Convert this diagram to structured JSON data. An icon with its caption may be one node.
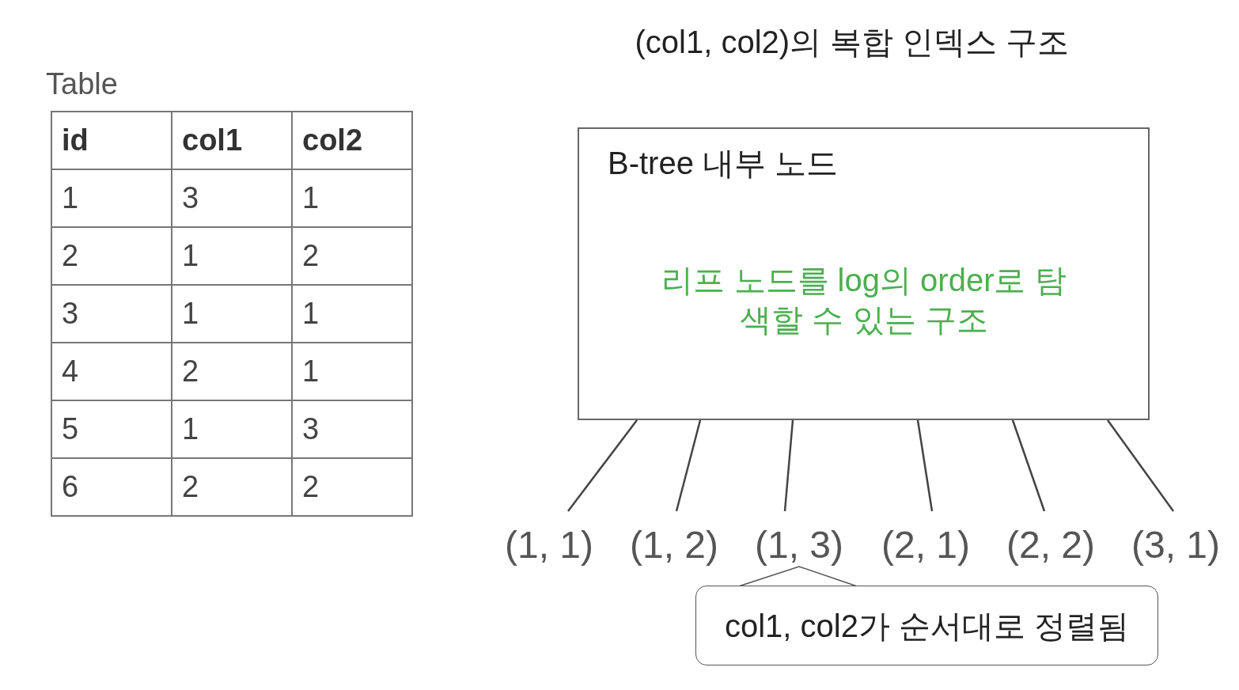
{
  "diagram": {
    "title": "(col1, col2)의 복합 인덱스 구조",
    "nodes": [
      {
        "text": [
          "B-tree 내부 노드",
          "리프 노드를 log의 order로 탐색할 수 있는 구조"
        ]
      },
      {
        "text": [
          "(1, 1)"
        ]
      },
      {
        "text": [
          "(1, 2)"
        ]
      },
      {
        "text": [
          "(1, 3)"
        ]
      },
      {
        "text": [
          "(2, 1)"
        ]
      },
      {
        "text": [
          "(2, 2)"
        ]
      },
      {
        "text": [
          "(3, 1)"
        ]
      },
      {
        "text": [
          "col1, col2가 순서대로 정렬됨"
        ]
      }
    ],
    "edges": [
      {
        "from": 0,
        "to": 1,
        "arrow": "none"
      },
      {
        "from": 0,
        "to": 2,
        "arrow": "none"
      },
      {
        "from": 0,
        "to": 3,
        "arrow": "none"
      },
      {
        "from": 0,
        "to": 4,
        "arrow": "none"
      },
      {
        "from": 0,
        "to": 5,
        "arrow": "none"
      },
      {
        "from": 0,
        "to": 6,
        "arrow": "none"
      },
      {
        "from": 7,
        "to": 3,
        "arrow": "none"
      }
    ],
    "labels": [
      "Table",
      "id",
      "col1",
      "col2",
      "1",
      "3",
      "1",
      "2",
      "1",
      "2",
      "3",
      "1",
      "1",
      "4",
      "2",
      "1",
      "5",
      "1",
      "3",
      "6",
      "2",
      "2"
    ]
  }
}
